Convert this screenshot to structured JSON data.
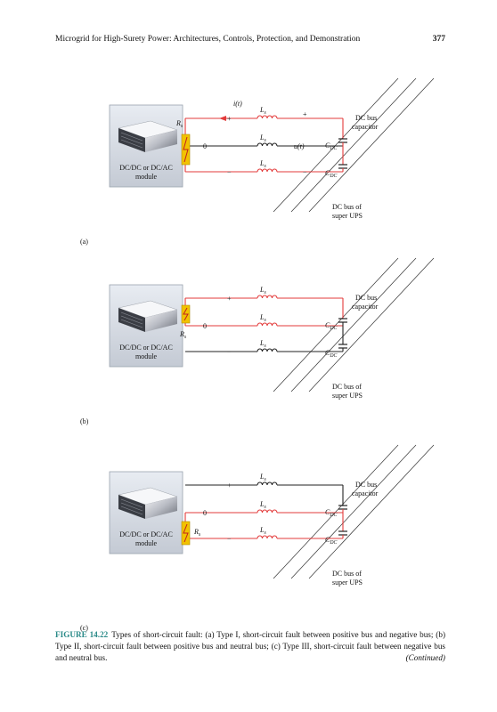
{
  "header": {
    "title": "Microgrid for High-Surety Power: Architectures, Controls, Protection, and Demonstration",
    "page": "377"
  },
  "labels": {
    "it": "i(t)",
    "ls": "L",
    "ls_sub": "s",
    "rs": "R",
    "rs_sub": "s",
    "ut": "u(t)",
    "cdc": "C",
    "cdc_sub": "DC",
    "plus": "+",
    "zero": "0",
    "minus": "−",
    "dcbus_cap_1": "DC bus",
    "dcbus_cap_2": "capacitor",
    "module_1": "DC/DC or DC/AC",
    "module_2": "module",
    "dcbus_ups_1": "DC bus of",
    "dcbus_ups_2": "super UPS"
  },
  "panels": [
    {
      "tag": "(a)"
    },
    {
      "tag": "(b)"
    },
    {
      "tag": "(c)"
    }
  ],
  "colors": {
    "fault": "#e33b3b",
    "wire": "#222222",
    "caption_label": "#2a8a88",
    "fuse": "#f2c200"
  },
  "caption": {
    "label": "FIGURE 14.22",
    "text": "Types of short-circuit fault: (a) Type I, short-circuit fault between positive bus and negative bus; (b) Type II, short-circuit fault between positive bus and neutral bus; (c) Type III, short-circuit fault between negative bus and neutral bus.",
    "continued": "(Continued)"
  }
}
